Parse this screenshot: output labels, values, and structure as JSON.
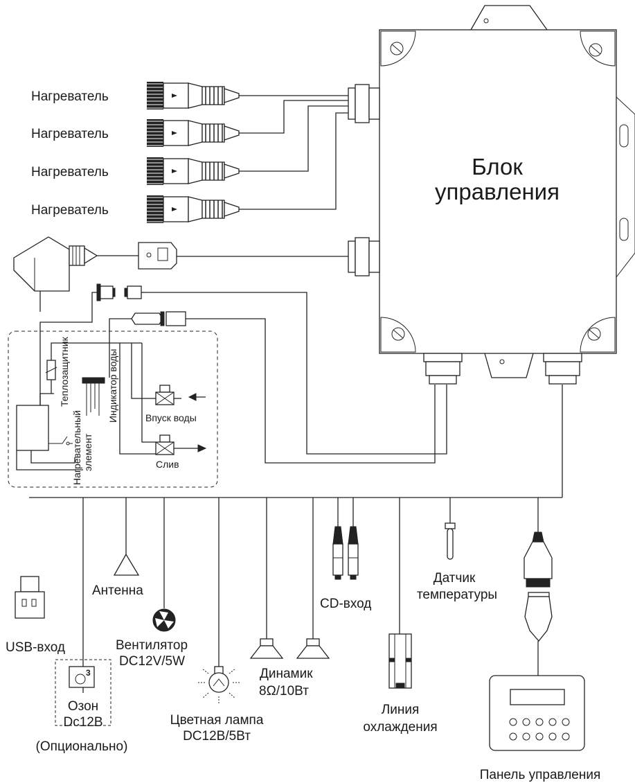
{
  "control_box": {
    "title_line1": "Блок",
    "title_line2": "управления"
  },
  "heaters": [
    "Нагреватель",
    "Нагреватель",
    "Нагреватель",
    "Нагреватель"
  ],
  "internal": {
    "thermal_protector": "Теплозащитник",
    "heating_element_1": "Нагревательный",
    "heating_element_2": "элемент",
    "water_indicator": "Индикатор воды",
    "water_inlet": "Впуск воды",
    "drain": "Слив"
  },
  "peripherals": {
    "usb": "USB-вход",
    "antenna": "Антенна",
    "fan_1": "Вентилятор",
    "fan_2": "DC12V/5W",
    "ozone_1": "Озон",
    "ozone_2": "Dc12B",
    "optional": "(Опционально)",
    "ozone_mark": "3",
    "lamp_1": "Цветная лампа",
    "lamp_2": "DC12B/5Вт",
    "speaker_1": "Динамик",
    "speaker_2": "8Ω/10Вт",
    "cd": "CD-вход",
    "cooling_1": "Линия",
    "cooling_2": "охлаждения",
    "temp_1": "Датчик",
    "temp_2": "температуры",
    "panel": "Панель управления"
  }
}
